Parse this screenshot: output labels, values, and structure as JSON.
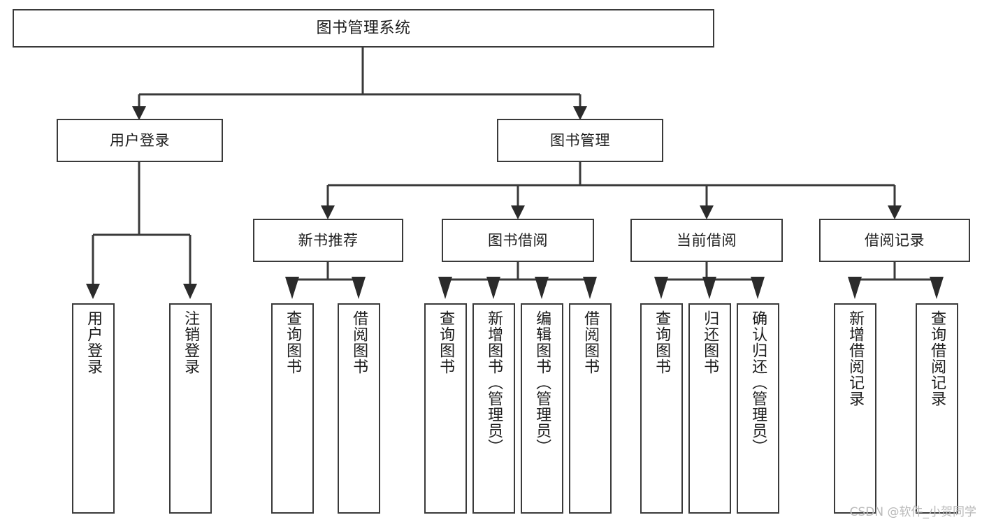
{
  "diagram": {
    "title": "图书管理系统",
    "type": "tree",
    "watermark": "CSDN @软件_小贺同学",
    "root": {
      "label": "图书管理系统"
    },
    "level2": [
      {
        "label": "用户登录"
      },
      {
        "label": "图书管理"
      }
    ],
    "level3": [
      {
        "label": "新书推荐"
      },
      {
        "label": "图书借阅"
      },
      {
        "label": "当前借阅"
      },
      {
        "label": "借阅记录"
      }
    ],
    "leaves": {
      "user_login": [
        {
          "label": "用户登录"
        },
        {
          "label": "注销登录"
        }
      ],
      "new_book": [
        {
          "label": "查询图书"
        },
        {
          "label": "借阅图书"
        }
      ],
      "book_borrow": [
        {
          "label": "查询图书"
        },
        {
          "label": "新增图书（管理员）"
        },
        {
          "label": "编辑图书（管理员）"
        },
        {
          "label": "借阅图书"
        }
      ],
      "current_borrow": [
        {
          "label": "查询图书"
        },
        {
          "label": "归还图书"
        },
        {
          "label": "确认归还（管理员）"
        }
      ],
      "borrow_record": [
        {
          "label": "新增借阅记录"
        },
        {
          "label": "查询借阅记录"
        }
      ]
    },
    "colors": {
      "stroke": "#3a3a3a",
      "fill": "#ffffff",
      "text": "#1d1d1d",
      "watermark": "#b9b9b9"
    }
  }
}
